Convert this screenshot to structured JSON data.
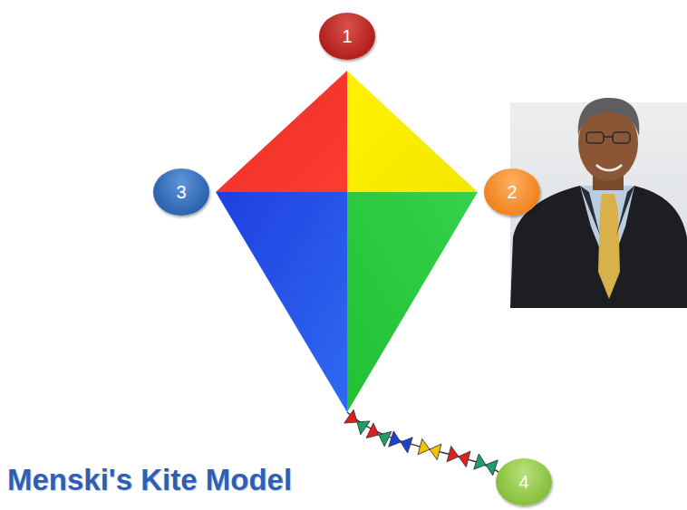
{
  "diagram": {
    "title": "Menski's Kite Model",
    "nodes": [
      {
        "text": [
          "1"
        ]
      },
      {
        "text": [
          "3"
        ]
      },
      {
        "text": [
          "2"
        ]
      },
      {
        "text": [
          "4"
        ]
      }
    ]
  }
}
